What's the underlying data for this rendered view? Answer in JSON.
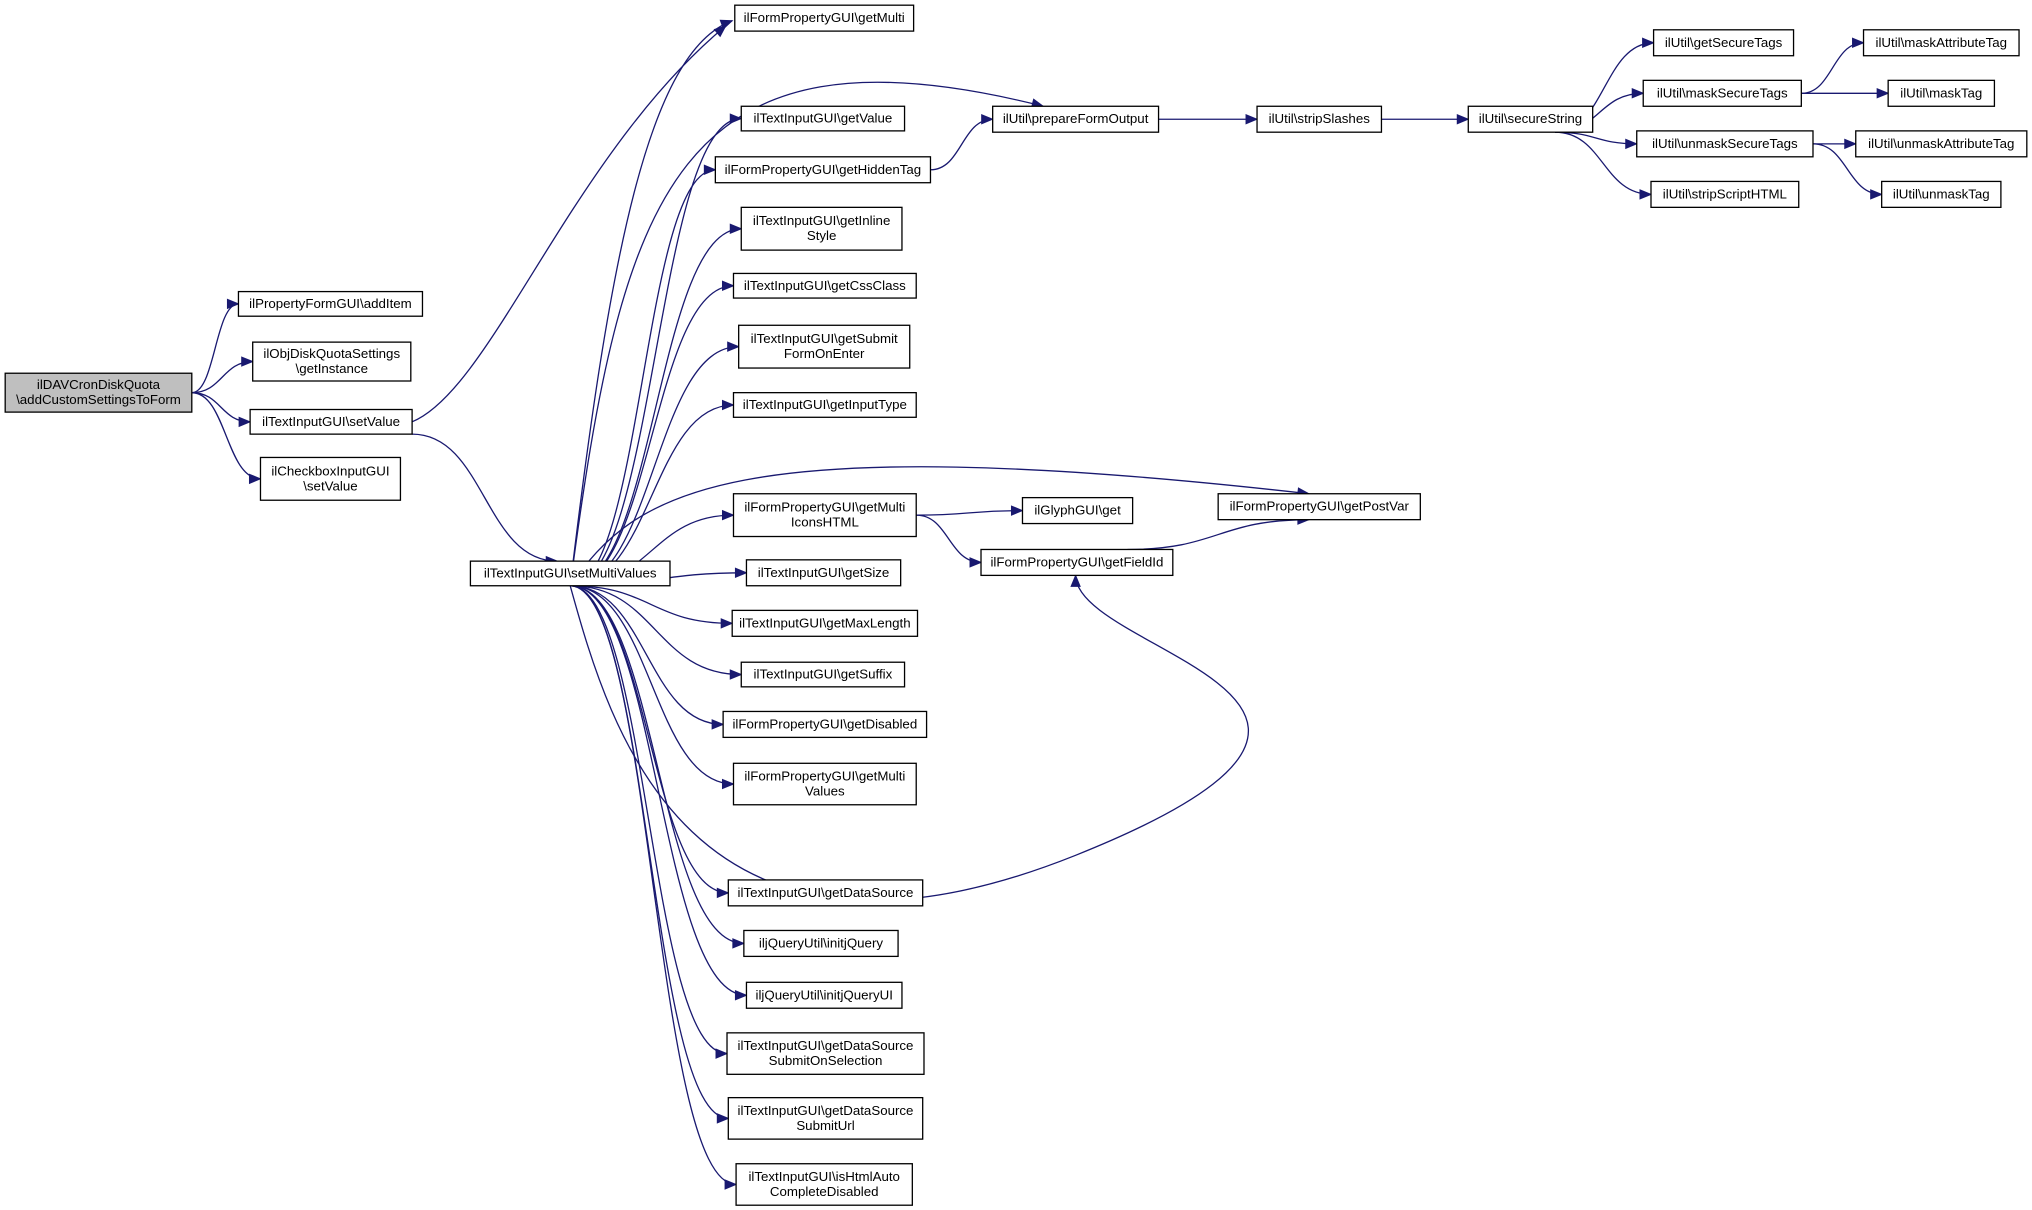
{
  "graph": {
    "nodes": [
      {
        "id": "root",
        "lines": [
          "ilDAVCronDiskQuota",
          "\\addCustomSettingsToForm"
        ],
        "highlight": true
      },
      {
        "id": "addItem",
        "lines": [
          "ilPropertyFormGUI\\addItem"
        ]
      },
      {
        "id": "getInstance",
        "lines": [
          "ilObjDiskQuotaSettings",
          "\\getInstance"
        ]
      },
      {
        "id": "setValue",
        "lines": [
          "ilTextInputGUI\\setValue"
        ]
      },
      {
        "id": "cbSetValue",
        "lines": [
          "ilCheckboxInputGUI",
          "\\setValue"
        ]
      },
      {
        "id": "setMultiValues",
        "lines": [
          "ilTextInputGUI\\setMultiValues"
        ]
      },
      {
        "id": "getMulti",
        "lines": [
          "ilFormPropertyGUI\\getMulti"
        ]
      },
      {
        "id": "getValue",
        "lines": [
          "ilTextInputGUI\\getValue"
        ]
      },
      {
        "id": "getHiddenTag",
        "lines": [
          "ilFormPropertyGUI\\getHiddenTag"
        ]
      },
      {
        "id": "getInlineStyle",
        "lines": [
          "ilTextInputGUI\\getInline",
          "Style"
        ]
      },
      {
        "id": "getCssClass",
        "lines": [
          "ilTextInputGUI\\getCssClass"
        ]
      },
      {
        "id": "getSubmitFormOnEnter",
        "lines": [
          "ilTextInputGUI\\getSubmit",
          "FormOnEnter"
        ]
      },
      {
        "id": "getInputType",
        "lines": [
          "ilTextInputGUI\\getInputType"
        ]
      },
      {
        "id": "getMultiIconsHTML",
        "lines": [
          "ilFormPropertyGUI\\getMulti",
          "IconsHTML"
        ]
      },
      {
        "id": "getSize",
        "lines": [
          "ilTextInputGUI\\getSize"
        ]
      },
      {
        "id": "getMaxLength",
        "lines": [
          "ilTextInputGUI\\getMaxLength"
        ]
      },
      {
        "id": "getSuffix",
        "lines": [
          "ilTextInputGUI\\getSuffix"
        ]
      },
      {
        "id": "getDisabled",
        "lines": [
          "ilFormPropertyGUI\\getDisabled"
        ]
      },
      {
        "id": "getMultiValues",
        "lines": [
          "ilFormPropertyGUI\\getMulti",
          "Values"
        ]
      },
      {
        "id": "getDataSource",
        "lines": [
          "ilTextInputGUI\\getDataSource"
        ]
      },
      {
        "id": "initjQuery",
        "lines": [
          "iljQueryUtil\\initjQuery"
        ]
      },
      {
        "id": "initjQueryUI",
        "lines": [
          "iljQueryUtil\\initjQueryUI"
        ]
      },
      {
        "id": "getDataSourceSubmitOnSelection",
        "lines": [
          "ilTextInputGUI\\getDataSource",
          "SubmitOnSelection"
        ]
      },
      {
        "id": "getDataSourceSubmitUrl",
        "lines": [
          "ilTextInputGUI\\getDataSource",
          "SubmitUrl"
        ]
      },
      {
        "id": "isHtmlAutoCompleteDisabled",
        "lines": [
          "ilTextInputGUI\\isHtmlAuto",
          "CompleteDisabled"
        ]
      },
      {
        "id": "prepareFormOutput",
        "lines": [
          "ilUtil\\prepareFormOutput"
        ]
      },
      {
        "id": "glyphGet",
        "lines": [
          "ilGlyphGUI\\get"
        ]
      },
      {
        "id": "getFieldId",
        "lines": [
          "ilFormPropertyGUI\\getFieldId"
        ]
      },
      {
        "id": "getPostVar",
        "lines": [
          "ilFormPropertyGUI\\getPostVar"
        ]
      },
      {
        "id": "stripSlashes",
        "lines": [
          "ilUtil\\stripSlashes"
        ]
      },
      {
        "id": "secureString",
        "lines": [
          "ilUtil\\secureString"
        ]
      },
      {
        "id": "getSecureTags",
        "lines": [
          "ilUtil\\getSecureTags"
        ]
      },
      {
        "id": "maskSecureTags",
        "lines": [
          "ilUtil\\maskSecureTags"
        ]
      },
      {
        "id": "unmaskSecureTags",
        "lines": [
          "ilUtil\\unmaskSecureTags"
        ]
      },
      {
        "id": "stripScriptHTML",
        "lines": [
          "ilUtil\\stripScriptHTML"
        ]
      },
      {
        "id": "maskAttributeTag",
        "lines": [
          "ilUtil\\maskAttributeTag"
        ]
      },
      {
        "id": "maskTag",
        "lines": [
          "ilUtil\\maskTag"
        ]
      },
      {
        "id": "unmaskAttributeTag",
        "lines": [
          "ilUtil\\unmaskAttributeTag"
        ]
      },
      {
        "id": "unmaskTag",
        "lines": [
          "ilUtil\\unmaskTag"
        ]
      }
    ],
    "edges": [
      [
        "root",
        "addItem"
      ],
      [
        "root",
        "getInstance"
      ],
      [
        "root",
        "setValue"
      ],
      [
        "root",
        "cbSetValue"
      ],
      [
        "setValue",
        "getMulti"
      ],
      [
        "setValue",
        "setMultiValues"
      ],
      [
        "setMultiValues",
        "getMulti"
      ],
      [
        "setMultiValues",
        "prepareFormOutput"
      ],
      [
        "setMultiValues",
        "getValue"
      ],
      [
        "setMultiValues",
        "getHiddenTag"
      ],
      [
        "setMultiValues",
        "getInlineStyle"
      ],
      [
        "setMultiValues",
        "getCssClass"
      ],
      [
        "setMultiValues",
        "getSubmitFormOnEnter"
      ],
      [
        "setMultiValues",
        "getInputType"
      ],
      [
        "setMultiValues",
        "getPostVar"
      ],
      [
        "setMultiValues",
        "getMultiIconsHTML"
      ],
      [
        "setMultiValues",
        "getSize"
      ],
      [
        "setMultiValues",
        "getMaxLength"
      ],
      [
        "setMultiValues",
        "getSuffix"
      ],
      [
        "setMultiValues",
        "getDisabled"
      ],
      [
        "setMultiValues",
        "getMultiValues"
      ],
      [
        "setMultiValues",
        "getFieldId"
      ],
      [
        "setMultiValues",
        "getDataSource"
      ],
      [
        "setMultiValues",
        "initjQuery"
      ],
      [
        "setMultiValues",
        "initjQueryUI"
      ],
      [
        "setMultiValues",
        "getDataSourceSubmitOnSelection"
      ],
      [
        "setMultiValues",
        "getDataSourceSubmitUrl"
      ],
      [
        "setMultiValues",
        "isHtmlAutoCompleteDisabled"
      ],
      [
        "getHiddenTag",
        "prepareFormOutput"
      ],
      [
        "getMultiIconsHTML",
        "glyphGet"
      ],
      [
        "getMultiIconsHTML",
        "getFieldId"
      ],
      [
        "getFieldId",
        "getPostVar"
      ],
      [
        "prepareFormOutput",
        "stripSlashes"
      ],
      [
        "stripSlashes",
        "secureString"
      ],
      [
        "secureString",
        "getSecureTags"
      ],
      [
        "secureString",
        "maskSecureTags"
      ],
      [
        "secureString",
        "unmaskSecureTags"
      ],
      [
        "secureString",
        "stripScriptHTML"
      ],
      [
        "maskSecureTags",
        "maskAttributeTag"
      ],
      [
        "maskSecureTags",
        "maskTag"
      ],
      [
        "unmaskSecureTags",
        "unmaskAttributeTag"
      ],
      [
        "unmaskSecureTags",
        "unmaskTag"
      ]
    ]
  }
}
